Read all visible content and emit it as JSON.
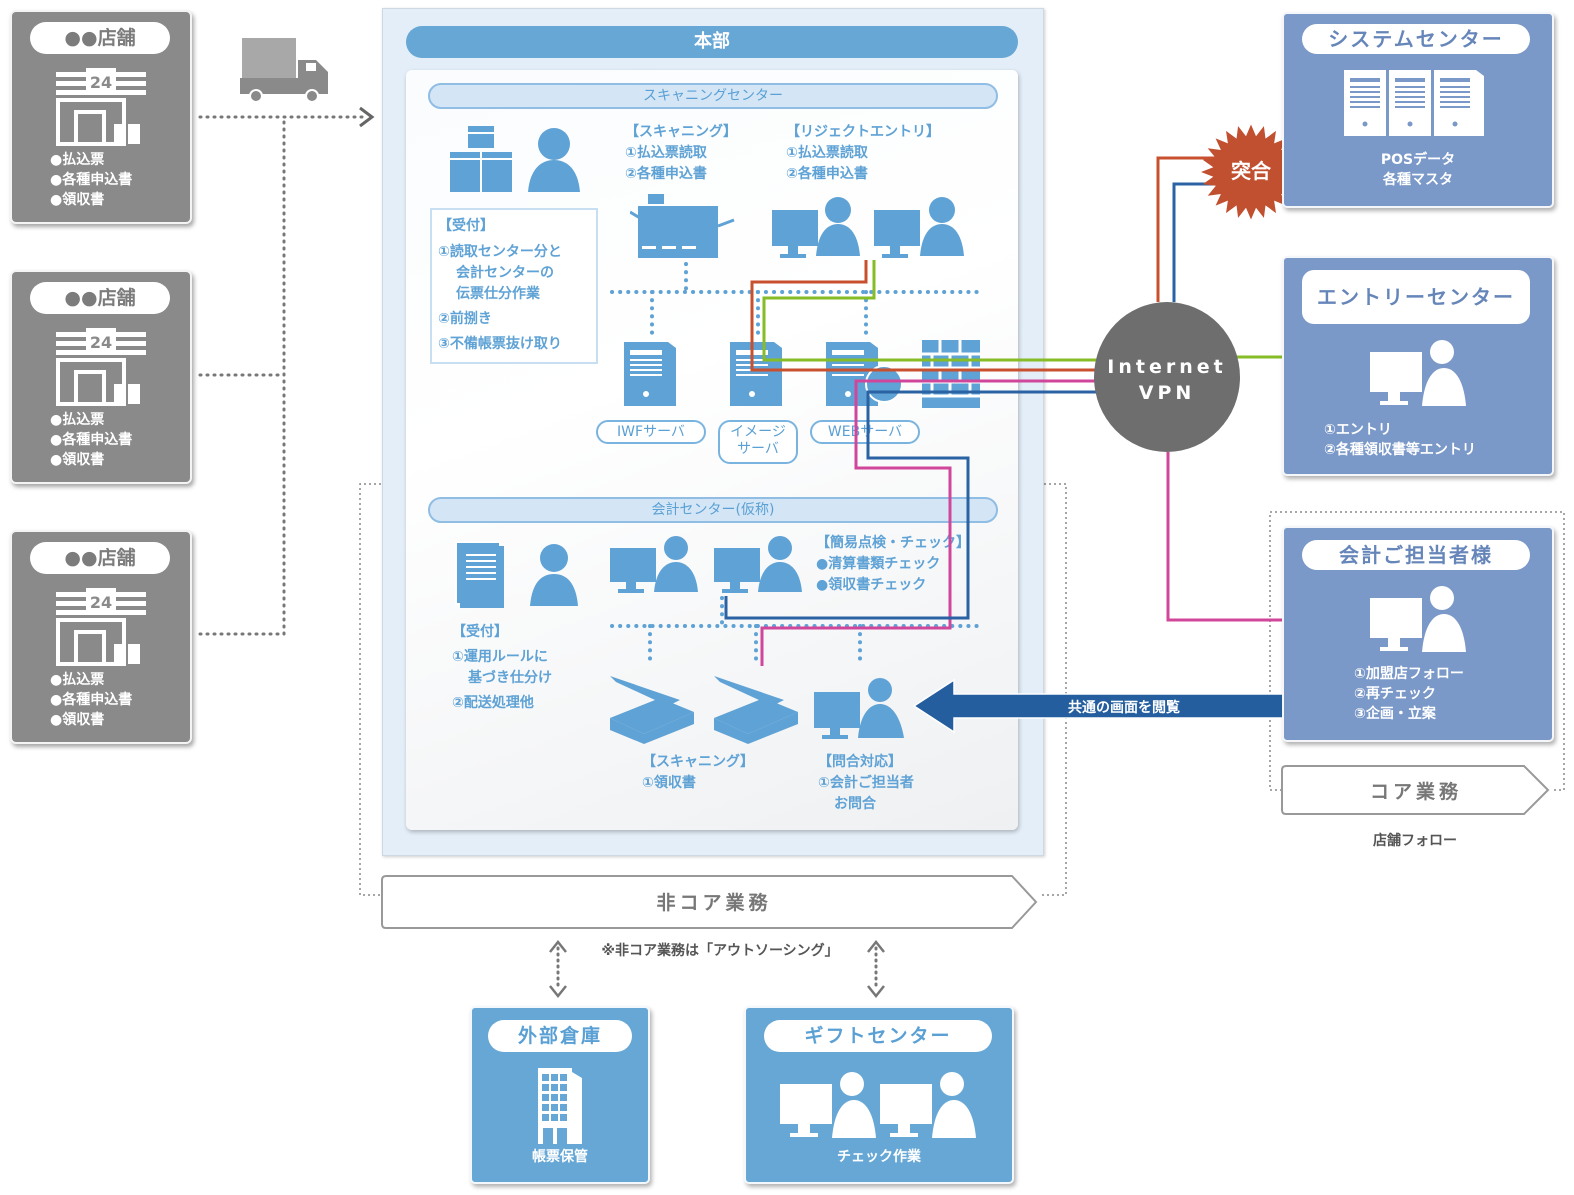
{
  "stores": [
    {
      "title": "●●店舗",
      "sign": "24",
      "items": [
        "払込票",
        "各種申込書",
        "領収書"
      ]
    },
    {
      "title": "●●店舗",
      "sign": "24",
      "items": [
        "払込票",
        "各種申込書",
        "領収書"
      ]
    },
    {
      "title": "●●店舗",
      "sign": "24",
      "items": [
        "払込票",
        "各種申込書",
        "領収書"
      ]
    }
  ],
  "headquarters": {
    "title": "本部",
    "scanning_center": {
      "title": "スキャニングセンター",
      "reception": {
        "heading": "【受付】",
        "items": [
          "①読取センター分と",
          "会計センターの",
          "伝票仕分作業",
          "②前捌き",
          "③不備帳票抜け取り"
        ]
      },
      "scanning": {
        "heading": "【スキャニング】",
        "items": [
          "①払込票読取",
          "②各種申込書"
        ]
      },
      "reject_entry": {
        "heading": "【リジェクトエントリ】",
        "items": [
          "①払込票読取",
          "②各種申込書"
        ]
      },
      "servers": [
        {
          "label": "IWFサーバ"
        },
        {
          "label_line1": "イメージ",
          "label_line2": "サーバ"
        },
        {
          "label": "WEBサーバ"
        }
      ]
    },
    "accounting_center": {
      "title": "会計センター(仮称)",
      "reception": {
        "heading": "【受付】",
        "items": [
          "①運用ルールに",
          "基づき仕分け",
          "②配送処理他"
        ]
      },
      "simple_check": {
        "heading": "【簡易点検・チェック】",
        "items": [
          "●清算書類チェック",
          "●領収書チェック"
        ]
      },
      "scanning": {
        "heading": "【スキャニング】",
        "items": [
          "①領収書"
        ]
      },
      "inquiry": {
        "heading": "【問合対応】",
        "items": [
          "①会計ご担当者",
          "お問合"
        ]
      }
    }
  },
  "network": {
    "line1": "Internet",
    "line2": "VPN"
  },
  "reconcile_badge": "突合",
  "shared_screen_arrow": "共通の画面を閲覧",
  "system_center": {
    "title": "システムセンター",
    "items": [
      "POSデータ",
      "各種マスタ"
    ]
  },
  "entry_center": {
    "title": "エントリーセンター",
    "items": [
      "①エントリ",
      "②各種領収書等エントリ"
    ]
  },
  "accounting_contact": {
    "title": "会計ご担当者様",
    "items": [
      "①加盟店フォロー",
      "②再チェック",
      "③企画・立案"
    ]
  },
  "core_banner": {
    "label": "コア業務",
    "caption": "店舗フォロー"
  },
  "non_core_banner": {
    "label": "非コア業務",
    "note": "※非コア業務は「アウトソーシング」"
  },
  "external_warehouse": {
    "title": "外部倉庫",
    "caption": "帳票保管"
  },
  "gift_center": {
    "title": "ギフトセンター",
    "caption": "チェック作業"
  },
  "colors": {
    "store_gray": "#8a8a8a",
    "hq_blue": "#66a7d6",
    "right_box_blue": "#7a98c8",
    "line_red": "#c8502e",
    "line_green": "#86bc25",
    "line_magenta": "#d0469a",
    "line_navy": "#2a62a4",
    "vpn_gray": "#6e6e6e",
    "arrow_navy": "#245e9e"
  }
}
